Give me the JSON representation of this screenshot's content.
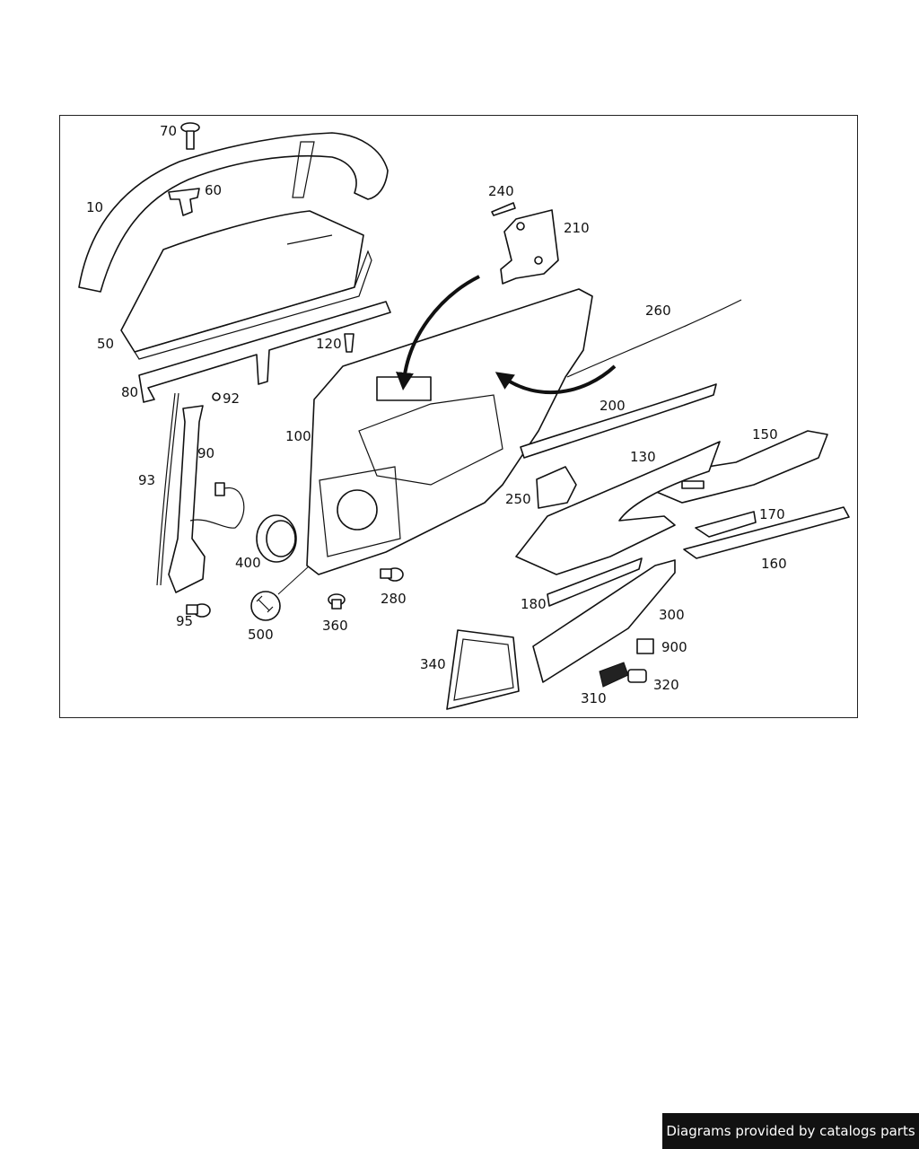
{
  "diagram": {
    "callouts": [
      "70",
      "60",
      "10",
      "240",
      "210",
      "50",
      "120",
      "260",
      "80",
      "92",
      "200",
      "150",
      "100",
      "90",
      "130",
      "93",
      "250",
      "170",
      "400",
      "160",
      "280",
      "180",
      "300",
      "95",
      "500",
      "360",
      "900",
      "340",
      "320",
      "310"
    ]
  },
  "footer": {
    "credit": "Diagrams provided by catalogs parts"
  },
  "colors": {
    "line": "#111111",
    "background": "#ffffff",
    "footer_bg": "#111111",
    "footer_text": "#ffffff"
  }
}
